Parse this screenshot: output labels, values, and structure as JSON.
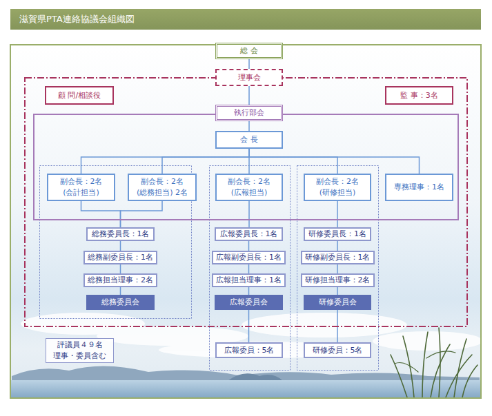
{
  "diagram": {
    "title": "滋賀県PTA連絡協議会組織図",
    "nodes": [
      {
        "text": [
          "総 会"
        ]
      },
      {
        "text": [
          "理事会"
        ]
      },
      {
        "text": [
          "顧 問/相談役"
        ],
        "in": 1
      },
      {
        "text": [
          "監 事：3名"
        ],
        "in": 1
      },
      {
        "text": [
          "執行部会"
        ],
        "in": 1
      },
      {
        "text": [
          "会 長"
        ],
        "in": 4
      },
      {
        "text": [
          "副会長：2名",
          "(会計担当)"
        ],
        "in": 4
      },
      {
        "text": [
          "副会長：2名",
          "(総務担当) 2名"
        ],
        "in": 4
      },
      {
        "text": [
          "副会長：2名",
          "(広報担当)"
        ],
        "in": 4
      },
      {
        "text": [
          "副会長：2名",
          "(研修担当)"
        ],
        "in": 4
      },
      {
        "text": [
          "専務理事：1名"
        ],
        "in": 4
      },
      {
        "text": [
          "総務委員長：1名"
        ],
        "in": 1
      },
      {
        "text": [
          "総務副委員長：1名"
        ],
        "in": 1
      },
      {
        "text": [
          "総務担当理事：2名"
        ],
        "in": 1
      },
      {
        "text": [
          "総務委員会"
        ],
        "in": 1
      },
      {
        "text": [
          "広報委員長：1名"
        ],
        "in": 1
      },
      {
        "text": [
          "広報副委員長：1名"
        ],
        "in": 1
      },
      {
        "text": [
          "広報担当理事：1名"
        ],
        "in": 1
      },
      {
        "text": [
          "広報委員会"
        ],
        "in": 1
      },
      {
        "text": [
          "研修委員長：1名"
        ],
        "in": 1
      },
      {
        "text": [
          "研修副委員長：1名"
        ],
        "in": 1
      },
      {
        "text": [
          "研修担当理事：2名"
        ],
        "in": 1
      },
      {
        "text": [
          "研修委員会"
        ],
        "in": 1
      },
      {
        "text": [
          "評議員４９名",
          "理事・委員含む"
        ]
      },
      {
        "text": [
          "広報委員：5名"
        ]
      },
      {
        "text": [
          "研修委員：5名"
        ]
      }
    ],
    "edges": [
      {
        "from": 0,
        "to": 1,
        "arrow": "none"
      },
      {
        "from": 1,
        "to": 4,
        "arrow": "none"
      },
      {
        "from": 4,
        "to": 5,
        "arrow": "none"
      },
      {
        "from": 5,
        "to": 6,
        "arrow": "none"
      },
      {
        "from": 5,
        "to": 7,
        "arrow": "none"
      },
      {
        "from": 5,
        "to": 8,
        "arrow": "none"
      },
      {
        "from": 5,
        "to": 9,
        "arrow": "none"
      },
      {
        "from": 5,
        "to": 10,
        "arrow": "none"
      },
      {
        "from": 6,
        "to": 11,
        "arrow": "none"
      },
      {
        "from": 7,
        "to": 11,
        "arrow": "none"
      },
      {
        "from": 11,
        "to": 12,
        "arrow": "none"
      },
      {
        "from": 12,
        "to": 13,
        "arrow": "none"
      },
      {
        "from": 13,
        "to": 14,
        "arrow": "none"
      },
      {
        "from": 8,
        "to": 15,
        "arrow": "none"
      },
      {
        "from": 15,
        "to": 16,
        "arrow": "none"
      },
      {
        "from": 16,
        "to": 17,
        "arrow": "none"
      },
      {
        "from": 17,
        "to": 18,
        "arrow": "none"
      },
      {
        "from": 18,
        "to": 24,
        "arrow": "none"
      },
      {
        "from": 9,
        "to": 19,
        "arrow": "none"
      },
      {
        "from": 19,
        "to": 20,
        "arrow": "none"
      },
      {
        "from": 20,
        "to": 21,
        "arrow": "none"
      },
      {
        "from": 21,
        "to": 22,
        "arrow": "none"
      },
      {
        "from": 22,
        "to": 25,
        "arrow": "none"
      }
    ]
  }
}
